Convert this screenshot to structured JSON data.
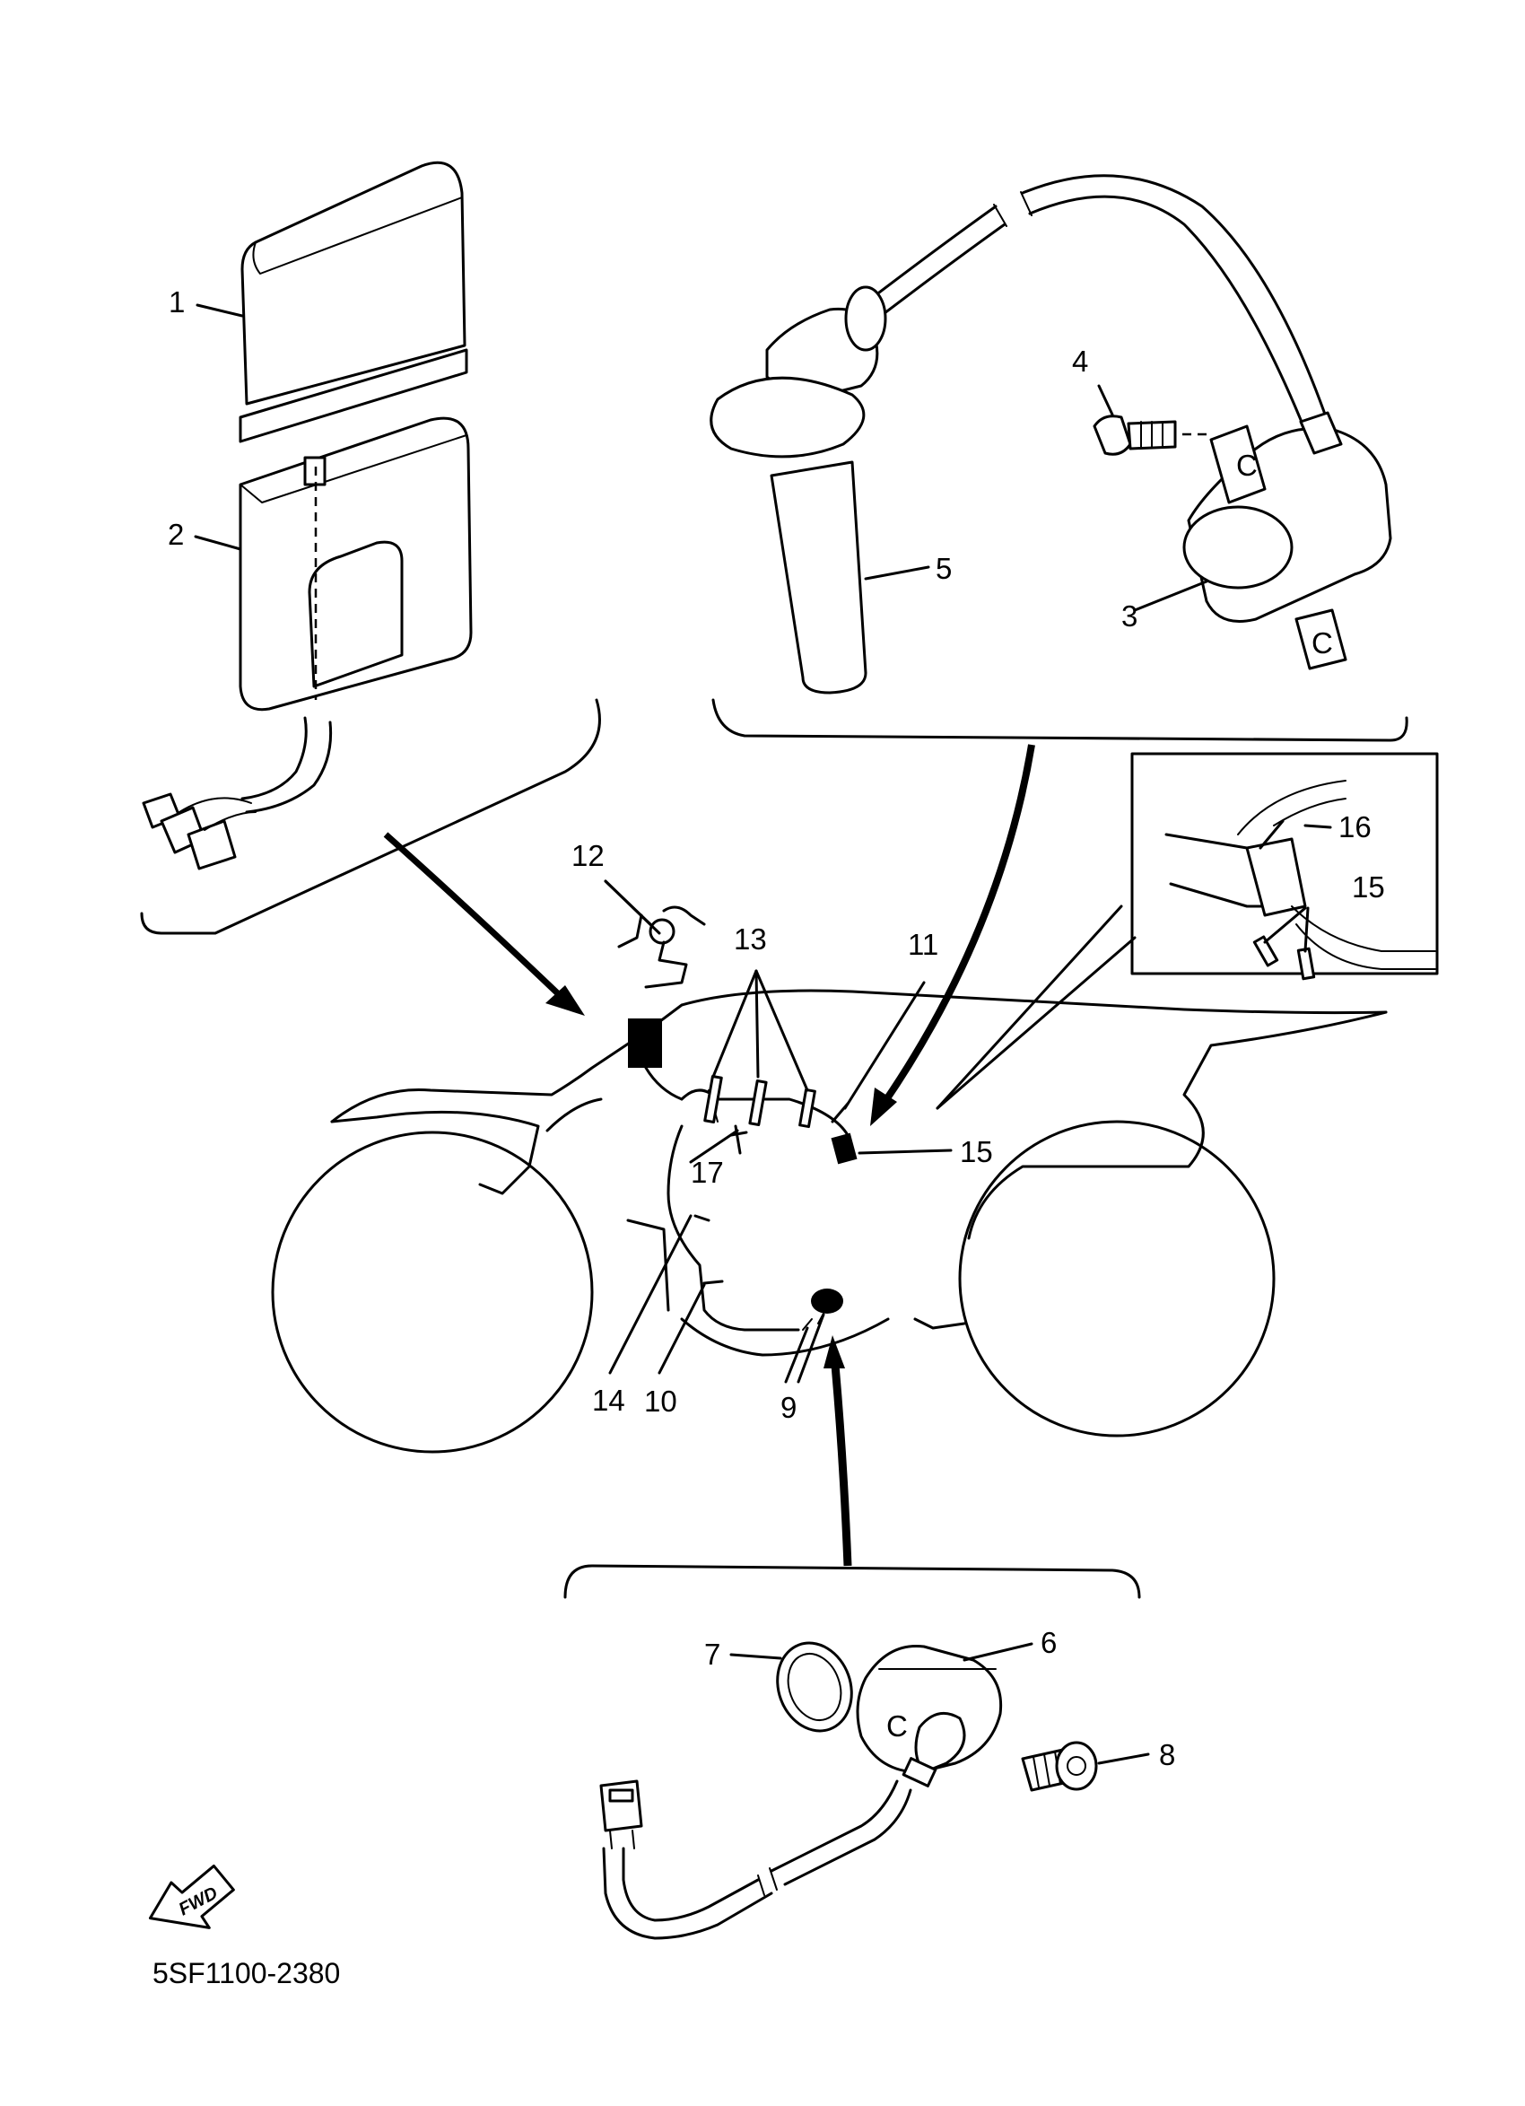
{
  "diagram": {
    "callouts": [
      "1",
      "2",
      "3",
      "4",
      "5",
      "6",
      "7",
      "8",
      "9",
      "10",
      "11",
      "12",
      "13",
      "14",
      "15",
      "15",
      "16",
      "17"
    ],
    "part_code": "5SF1100-2380",
    "fwd_label": "FWD"
  }
}
